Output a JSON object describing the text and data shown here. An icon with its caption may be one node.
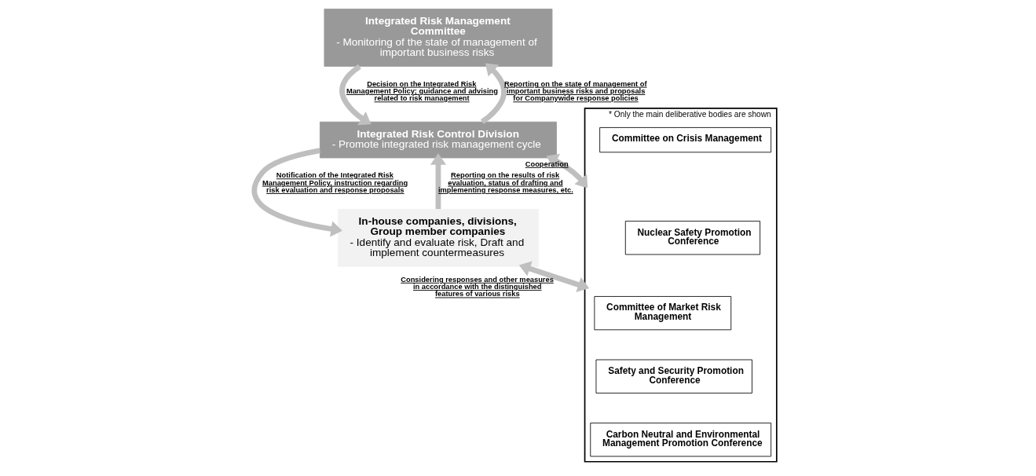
{
  "diagram": {
    "nodes": [
      {
        "text": [
          "Integrated Risk Management Committee",
          "- Monitoring of the state of management of important business risks"
        ]
      },
      {
        "text": [
          "Integrated Risk Control Division",
          "- Promote integrated risk management cycle"
        ]
      },
      {
        "text": [
          "In-house companies, divisions, Group member companies",
          "- Identify and evaluate risk, Draft and implement countermeasures"
        ]
      },
      {
        "text": [
          "* Only the main deliberative bodies are shown"
        ]
      },
      {
        "text": [
          "Committee on Crisis Management"
        ],
        "in": 3
      },
      {
        "text": [
          "Nuclear Safety Promotion Conference"
        ],
        "in": 3
      },
      {
        "text": [
          "Committee of Market Risk Management"
        ],
        "in": 3
      },
      {
        "text": [
          "Safety and Security Promotion Conference"
        ],
        "in": 3
      },
      {
        "text": [
          "Carbon Neutral and Environmental Management Promotion Conference"
        ],
        "in": 3
      }
    ],
    "edges": [
      {
        "from": 0,
        "to": 1,
        "arrow": "to",
        "label": "Decision on the Integrated Risk Management Policy; guidance and advising related to risk management"
      },
      {
        "from": 1,
        "to": 0,
        "arrow": "to",
        "label": "Reporting on the state of management of important business risks and proposals for Companywide response policies"
      },
      {
        "from": 1,
        "to": 3,
        "arrow": "both",
        "label": "Cooperation"
      },
      {
        "from": 1,
        "to": 2,
        "arrow": "to",
        "label": "Notification of the Integrated Risk Management Policy, instruction regarding risk evaluation and response proposals"
      },
      {
        "from": 2,
        "to": 1,
        "arrow": "to",
        "label": "Reporting on the results of risk evaluation, status of drafting and implementing response measures, etc."
      },
      {
        "from": 2,
        "to": 3,
        "arrow": "both",
        "label": "Considering responses and other measures in accordance with the distinguished features of various risks"
      }
    ]
  }
}
